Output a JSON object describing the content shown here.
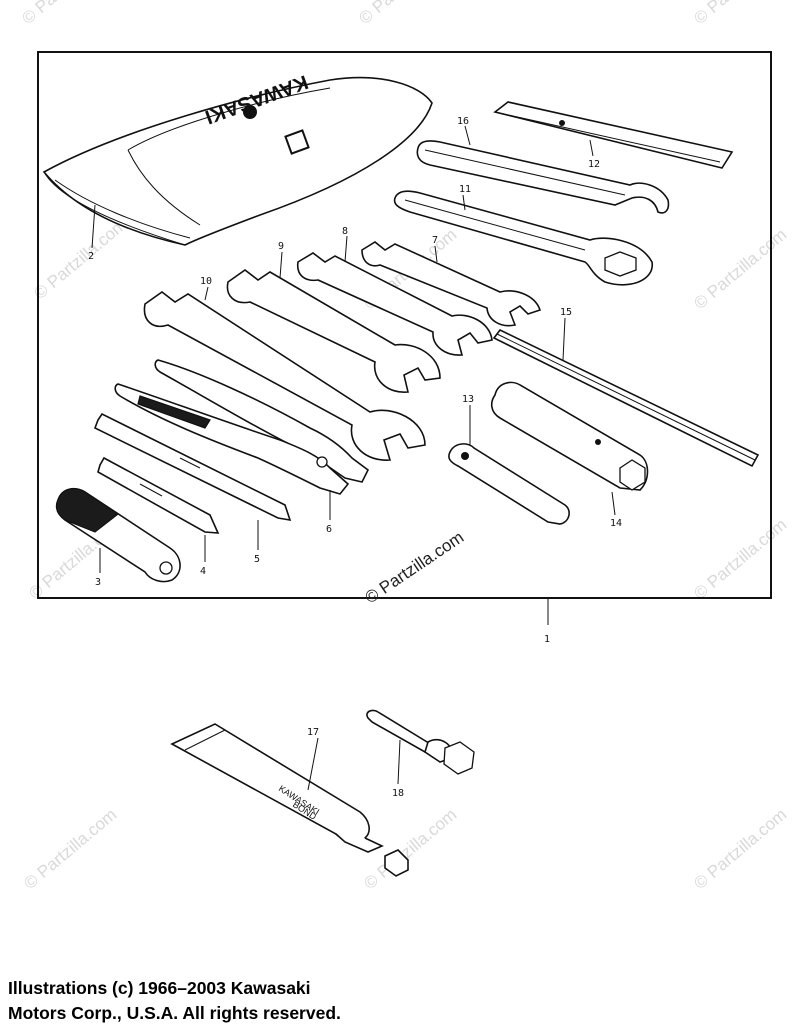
{
  "watermark": {
    "site": "© Partzilla.com",
    "center_text": "© Partzilla.com"
  },
  "kit_pouch": {
    "brand": "KAWASAKI"
  },
  "tube": {
    "brand": "KAWASAKI",
    "product": "BOND"
  },
  "callouts": {
    "c1": "1",
    "c2": "2",
    "c3": "3",
    "c4": "4",
    "c5": "5",
    "c6": "6",
    "c7": "7",
    "c8": "8",
    "c9": "9",
    "c10": "10",
    "c11": "11",
    "c12": "12",
    "c13": "13",
    "c14": "14",
    "c15": "15",
    "c16": "16",
    "c17": "17",
    "c18": "18"
  },
  "copyright": {
    "line1": "Illustrations (c) 1966–2003 Kawasaki",
    "line2": "Motors Corp., U.S.A.  All rights reserved."
  }
}
